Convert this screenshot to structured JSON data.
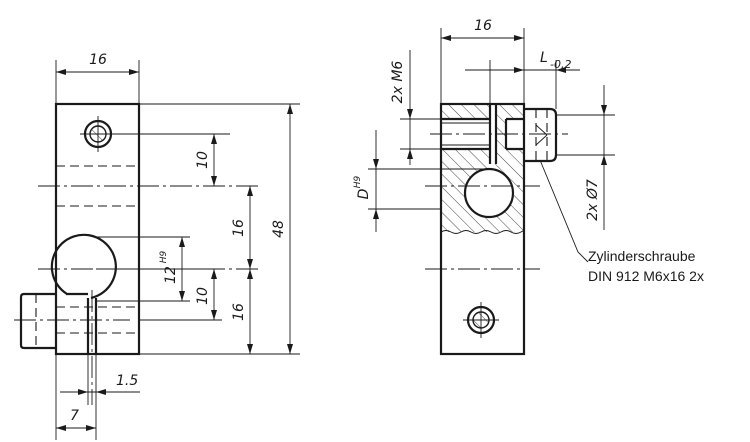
{
  "left_view": {
    "width_label": "16",
    "dim_upper": "10",
    "dim_mid": "16",
    "dim_lower": "16",
    "dim_overall": "48",
    "bore_label": "12",
    "bore_tolerance": "H9",
    "slot_depth_label": "10",
    "slot_width_label": "1.5",
    "offset_label": "7"
  },
  "right_view": {
    "width_label": "16",
    "thread_label": "2x M6",
    "length_label": "L",
    "length_tolerance": "-0,2",
    "diameter_label": "D",
    "diameter_tolerance": "H9",
    "hole_label": "2x Ø7"
  },
  "callout": {
    "line1": "Zylinderschraube",
    "line2": "DIN 912 M6x16 2x"
  }
}
